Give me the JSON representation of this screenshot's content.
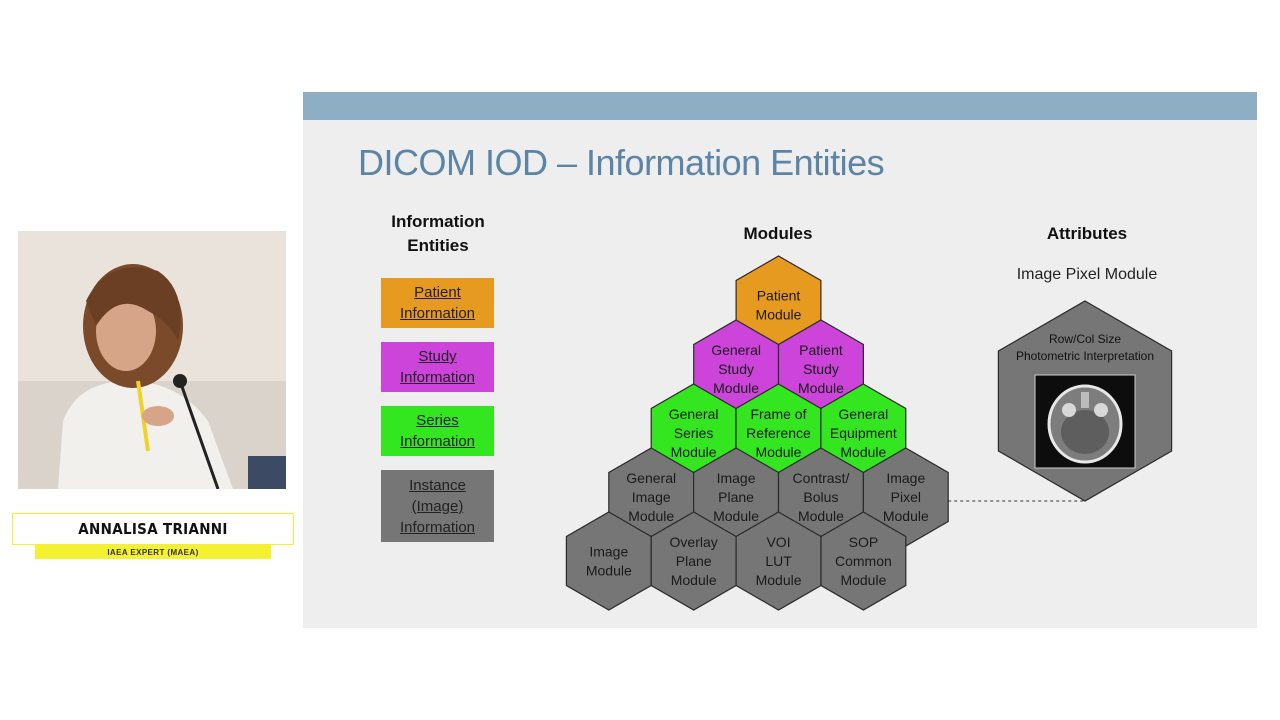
{
  "speaker": {
    "name": "ANNALISA TRIANNI",
    "role": "IAEA EXPERT (MAEA)"
  },
  "slide": {
    "title": "DICOM IOD – Information Entities",
    "headings": {
      "entities": "Information\nEntities",
      "modules": "Modules",
      "attributes": "Attributes"
    },
    "entities": [
      {
        "label": "Patient\nInformation",
        "color": "#e69a1f"
      },
      {
        "label": "Study\nInformation",
        "color": "#cc44d9"
      },
      {
        "label": "Series\nInformation",
        "color": "#33e61f"
      },
      {
        "label": "Instance\n(Image)\nInformation",
        "color": "#767676"
      }
    ],
    "modules": [
      {
        "label": "Patient\nModule",
        "level": "patient"
      },
      {
        "label": "General\nStudy\nModule",
        "level": "study"
      },
      {
        "label": "Patient\nStudy\nModule",
        "level": "study"
      },
      {
        "label": "General\nSeries\nModule",
        "level": "series"
      },
      {
        "label": "Frame of\nReference\nModule",
        "level": "series"
      },
      {
        "label": "General\nEquipment\nModule",
        "level": "series"
      },
      {
        "label": "General\nImage\nModule",
        "level": "image"
      },
      {
        "label": "Image\nPlane\nModule",
        "level": "image"
      },
      {
        "label": "Contrast/\nBolus\nModule",
        "level": "image"
      },
      {
        "label": "Image\nPixel\nModule",
        "level": "image"
      },
      {
        "label": "Image\nModule",
        "level": "image"
      },
      {
        "label": "Overlay\nPlane\nModule",
        "level": "image"
      },
      {
        "label": "VOI\nLUT\nModule",
        "level": "image"
      },
      {
        "label": "SOP\nCommon\nModule",
        "level": "image"
      }
    ],
    "level_colors": {
      "patient": "#e69a1f",
      "study": "#cc44d9",
      "series": "#33e61f",
      "image": "#767676"
    },
    "attributes": {
      "module_name": "Image Pixel Module",
      "lines": [
        "Row/Col Size",
        "Photometric Interpretation"
      ]
    }
  }
}
